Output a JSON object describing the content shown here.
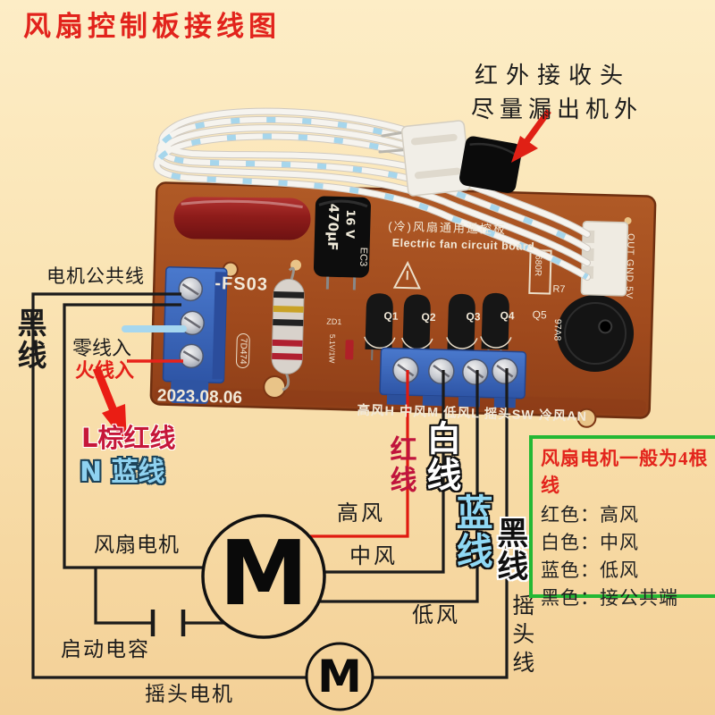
{
  "title": "风扇控制板接线图",
  "ir_note": {
    "line1": "红外接收头",
    "line2": "尽量漏出机外"
  },
  "labels": {
    "motor_common": "电机公共线",
    "black_wire_left": "黑线",
    "neutral_in": "零线入",
    "live_in": "火线入",
    "l_wire": "L棕红线",
    "n_wire": "N 蓝线",
    "fan_motor": "风扇电机",
    "high_speed": "高风",
    "mid_speed": "中风",
    "low_speed": "低风",
    "start_capacitor": "启动电容",
    "swing_motor": "摇头电机",
    "red_wire": "红线",
    "white_wire": "白线",
    "blue_wire": "蓝线",
    "black_wire_right": "黑线",
    "swing_wire": "摇头线",
    "motor_symbol": "M"
  },
  "info_box": {
    "title": "风扇电机一般为4根线",
    "rows": [
      "红色：高风",
      "白色：中风",
      "蓝色：低风",
      "黑色：接公共端"
    ]
  },
  "board": {
    "name_cn": "(冷)风扇通用遥控板",
    "name_en": "Electric fan circuit board",
    "model": "-FS03",
    "date": "2023.08.06",
    "cap_value": "470μF",
    "cap_voltage": "16 V",
    "ec3": "EC3",
    "resistor_box": "680R",
    "r7": "R7",
    "q5": "Q5",
    "code_97a8": "97A8",
    "code_7d474": "7D474",
    "zd1": "ZD1",
    "zd1_spec": "5.1V/1W",
    "out_pins": "OUT GND 5V",
    "transistor_labels": [
      "Q1",
      "Q2",
      "Q3",
      "Q4"
    ],
    "terminal_row": "高风H 中风M 低风L 摇头SW 冷风AN"
  },
  "colors": {
    "title_red": "#e2231c",
    "crimson": "#c6173a",
    "light_blue": "#8fd2f0",
    "green_border": "#24b834",
    "pcb_orange": "#a9531f"
  }
}
